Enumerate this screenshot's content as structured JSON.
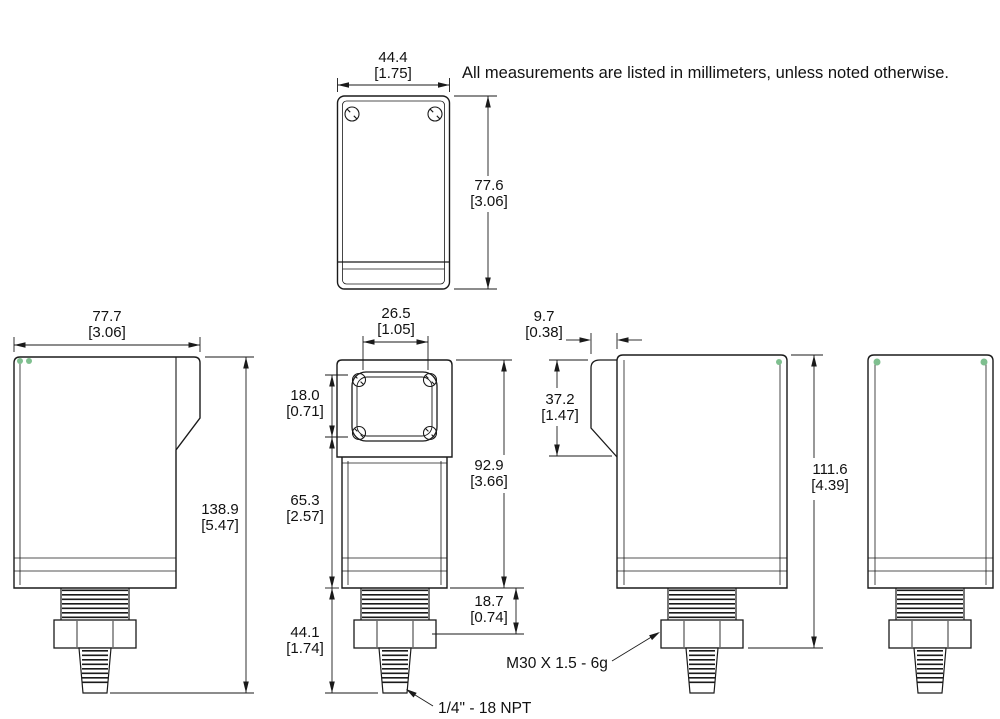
{
  "note": "All measurements are listed in millimeters, unless noted otherwise.",
  "dims": {
    "top_width_mm": "44.4",
    "top_width_in": "[1.75]",
    "top_depth_mm": "77.6",
    "top_depth_in": "[3.06]",
    "left_width_mm": "77.7",
    "left_width_in": "[3.06]",
    "left_height_mm": "138.9",
    "left_height_in": "[5.47]",
    "lens_width_mm": "26.5",
    "lens_width_in": "[1.05]",
    "lens_height_mm": "18.0",
    "lens_height_in": "[0.71]",
    "body_mm": "65.3",
    "body_in": "[2.57]",
    "housing_mm": "92.9",
    "housing_in": "[3.66]",
    "stem_mm": "44.1",
    "stem_in": "[1.74]",
    "thread_len_mm": "18.7",
    "thread_len_in": "[0.74]",
    "right_tab_mm": "9.7",
    "right_tab_in": "[0.38]",
    "right_upper_mm": "37.2",
    "right_upper_in": "[1.47]",
    "right_height_mm": "111.6",
    "right_height_in": "[4.39]"
  },
  "labels": {
    "npt_thread": "1/4\" - 18 NPT",
    "metric_thread": "M30 X 1.5 - 6g"
  },
  "colors": {
    "line": "#1a1a1a",
    "led_green": "#7fbf8f"
  }
}
